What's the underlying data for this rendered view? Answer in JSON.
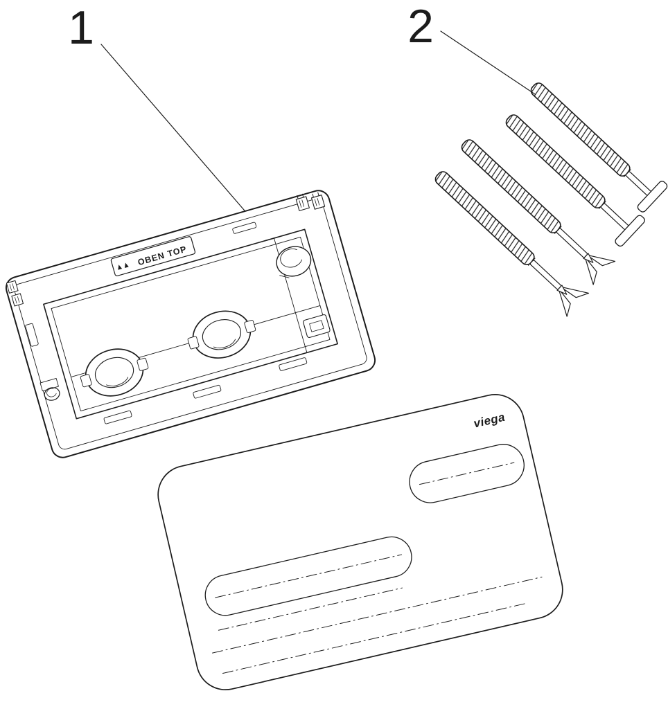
{
  "diagram": {
    "background": "#ffffff",
    "line_color": "#1c1c1c",
    "callouts": {
      "one": "1",
      "two": "2"
    },
    "frame": {
      "marking": "OBEN TOP"
    },
    "plate": {
      "brand": "viega"
    }
  }
}
